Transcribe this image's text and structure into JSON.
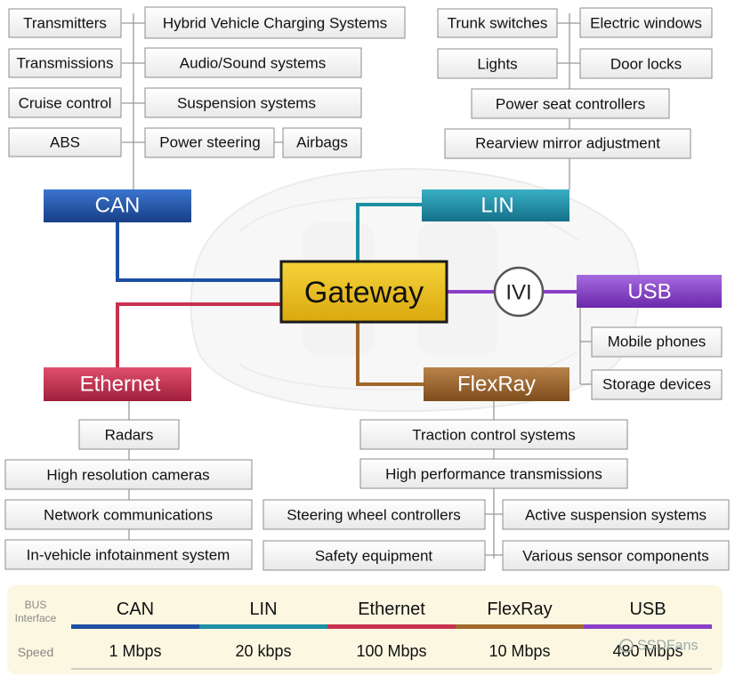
{
  "gateway": {
    "label": "Gateway"
  },
  "ivi": {
    "label": "IVI"
  },
  "buses": {
    "can": {
      "label": "CAN",
      "color": "#1d4fa3"
    },
    "lin": {
      "label": "LIN",
      "color": "#1d8fa3"
    },
    "ethernet": {
      "label": "Ethernet",
      "color": "#c8304f"
    },
    "flexray": {
      "label": "FlexRay",
      "color": "#a0682a"
    },
    "usb": {
      "label": "USB",
      "color": "#8b3fc9"
    }
  },
  "can_devices": {
    "transmitters": "Transmitters",
    "hybrid_charging": "Hybrid Vehicle Charging Systems",
    "transmissions": "Transmissions",
    "audio": "Audio/Sound systems",
    "cruise": "Cruise control",
    "suspension": "Suspension systems",
    "abs": "ABS",
    "power_steering": "Power steering",
    "airbags": "Airbags"
  },
  "lin_devices": {
    "trunk": "Trunk switches",
    "windows": "Electric windows",
    "lights": "Lights",
    "door_locks": "Door locks",
    "power_seat": "Power seat controllers",
    "mirror": "Rearview mirror adjustment"
  },
  "usb_devices": {
    "mobile": "Mobile phones",
    "storage": "Storage devices"
  },
  "ethernet_devices": {
    "radars": "Radars",
    "cameras": "High resolution cameras",
    "network": "Network communications",
    "infotainment": "In-vehicle infotainment system"
  },
  "flexray_devices": {
    "traction": "Traction control systems",
    "hp_transmissions": "High performance transmissions",
    "steering_wheel": "Steering wheel controllers",
    "active_suspension": "Active suspension systems",
    "safety": "Safety equipment",
    "sensors": "Various sensor components"
  },
  "table": {
    "row_bus": "BUS",
    "row_interface": "Interface",
    "row_speed": "Speed",
    "columns": [
      {
        "name": "CAN",
        "speed": "1 Mbps",
        "color": "#1d4fa3"
      },
      {
        "name": "LIN",
        "speed": "20 kbps",
        "color": "#1d8fa3"
      },
      {
        "name": "Ethernet",
        "speed": "100 Mbps",
        "color": "#c8304f"
      },
      {
        "name": "FlexRay",
        "speed": "10 Mbps",
        "color": "#a0682a"
      },
      {
        "name": "USB",
        "speed": "480 Mbps",
        "color": "#8b3fc9"
      }
    ]
  },
  "watermark": "SSDFans"
}
